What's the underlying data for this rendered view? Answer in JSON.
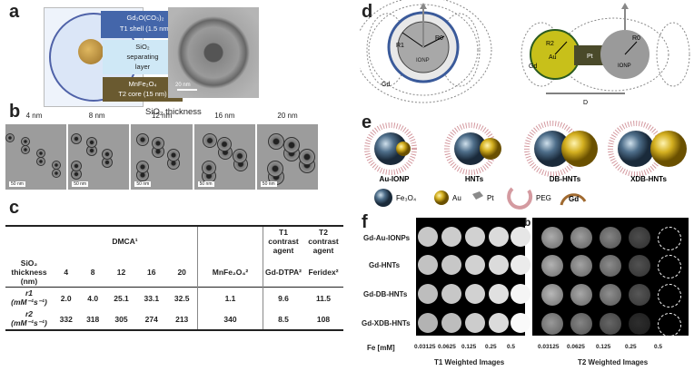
{
  "panel_a": {
    "letter": "a",
    "shell_label_line1": "Gd₂O(CO₃)₂",
    "shell_label_line2": "T1 shell (1.5 nm)",
    "separating_line1": "SiO₂",
    "separating_line2": "separating",
    "separating_line3": "layer",
    "core_line1": "MnFe₂O₄",
    "core_line2": "T2 core (15 nm)",
    "scalebar": "20 nm"
  },
  "panel_b": {
    "letter": "b",
    "title": "SiO₂ thickness",
    "thicknesses": [
      "4 nm",
      "8 nm",
      "12 nm",
      "16 nm",
      "20 nm"
    ],
    "scalebars": [
      "50 nm",
      "50 nm",
      "50 nm",
      "50 nm",
      "50 nm"
    ]
  },
  "panel_c": {
    "letter": "c",
    "header_dmca": "DMCA¹",
    "header_t1": "T1 contrast agent",
    "header_t2": "T2 contrast agent",
    "row_header": "SiO₂ thickness (nm)",
    "columns": [
      "4",
      "8",
      "12",
      "16",
      "20",
      "MnFe₂O₄²",
      "Gd-DTPA²",
      "Feridex²"
    ],
    "rows": [
      {
        "label": "r1 (mM⁻¹s⁻¹)",
        "values": [
          "2.0",
          "4.0",
          "25.1",
          "33.1",
          "32.5",
          "1.1",
          "9.6",
          "11.5"
        ]
      },
      {
        "label": "r2 (mM⁻¹s⁻¹)",
        "values": [
          "332",
          "318",
          "305",
          "274",
          "213",
          "340",
          "8.5",
          "108"
        ]
      }
    ]
  },
  "panel_d": {
    "letter": "d",
    "left_labels": {
      "r1": "R1",
      "r0": "R0",
      "core": "IONP",
      "gd": "Gd"
    },
    "right_labels": {
      "r2": "R2",
      "au": "Au",
      "pt": "Pt",
      "r0": "R0",
      "core": "IONP",
      "gd": "Gd",
      "d": "D"
    }
  },
  "panel_e": {
    "letter": "e",
    "particles": [
      "Au-IONP",
      "HNTs",
      "DB-HNTs",
      "XDB-HNTs"
    ],
    "legend": [
      "Fe₃O₄",
      "Au",
      "Pt",
      "PEG",
      "Gd"
    ]
  },
  "panel_f": {
    "letter": "f",
    "letter_b": "b",
    "rows": [
      "Gd-Au-IONPs",
      "Gd-HNTs",
      "Gd-DB-HNTs",
      "Gd-XDB-HNTs"
    ],
    "fe_label": "Fe [mM]",
    "concentrations": [
      "0.03125",
      "0.0625",
      "0.125",
      "0.25",
      "0.5"
    ],
    "t1_caption": "T1 Weighted Images",
    "t2_caption": "T2 Weighted Images",
    "t1_intensity": [
      [
        0.78,
        0.8,
        0.82,
        0.86,
        0.9
      ],
      [
        0.76,
        0.78,
        0.82,
        0.86,
        0.92
      ],
      [
        0.74,
        0.78,
        0.82,
        0.88,
        0.96
      ],
      [
        0.7,
        0.74,
        0.8,
        0.86,
        0.98
      ]
    ],
    "t2_intensity": [
      [
        0.68,
        0.62,
        0.52,
        0.3,
        0.0
      ],
      [
        0.7,
        0.64,
        0.55,
        0.32,
        0.0
      ],
      [
        0.72,
        0.66,
        0.56,
        0.34,
        0.0
      ],
      [
        0.6,
        0.52,
        0.4,
        0.18,
        0.0
      ]
    ]
  },
  "colors": {
    "fe3o4": "#4f6f8a",
    "au": "#d4b020",
    "pt": "#8a8a8a",
    "peg": "#d49aa0",
    "gd": "#a06a30",
    "shell_blue": "#5a6fb0",
    "sio2": "#c7e3f4",
    "core": "#b08a3a"
  }
}
